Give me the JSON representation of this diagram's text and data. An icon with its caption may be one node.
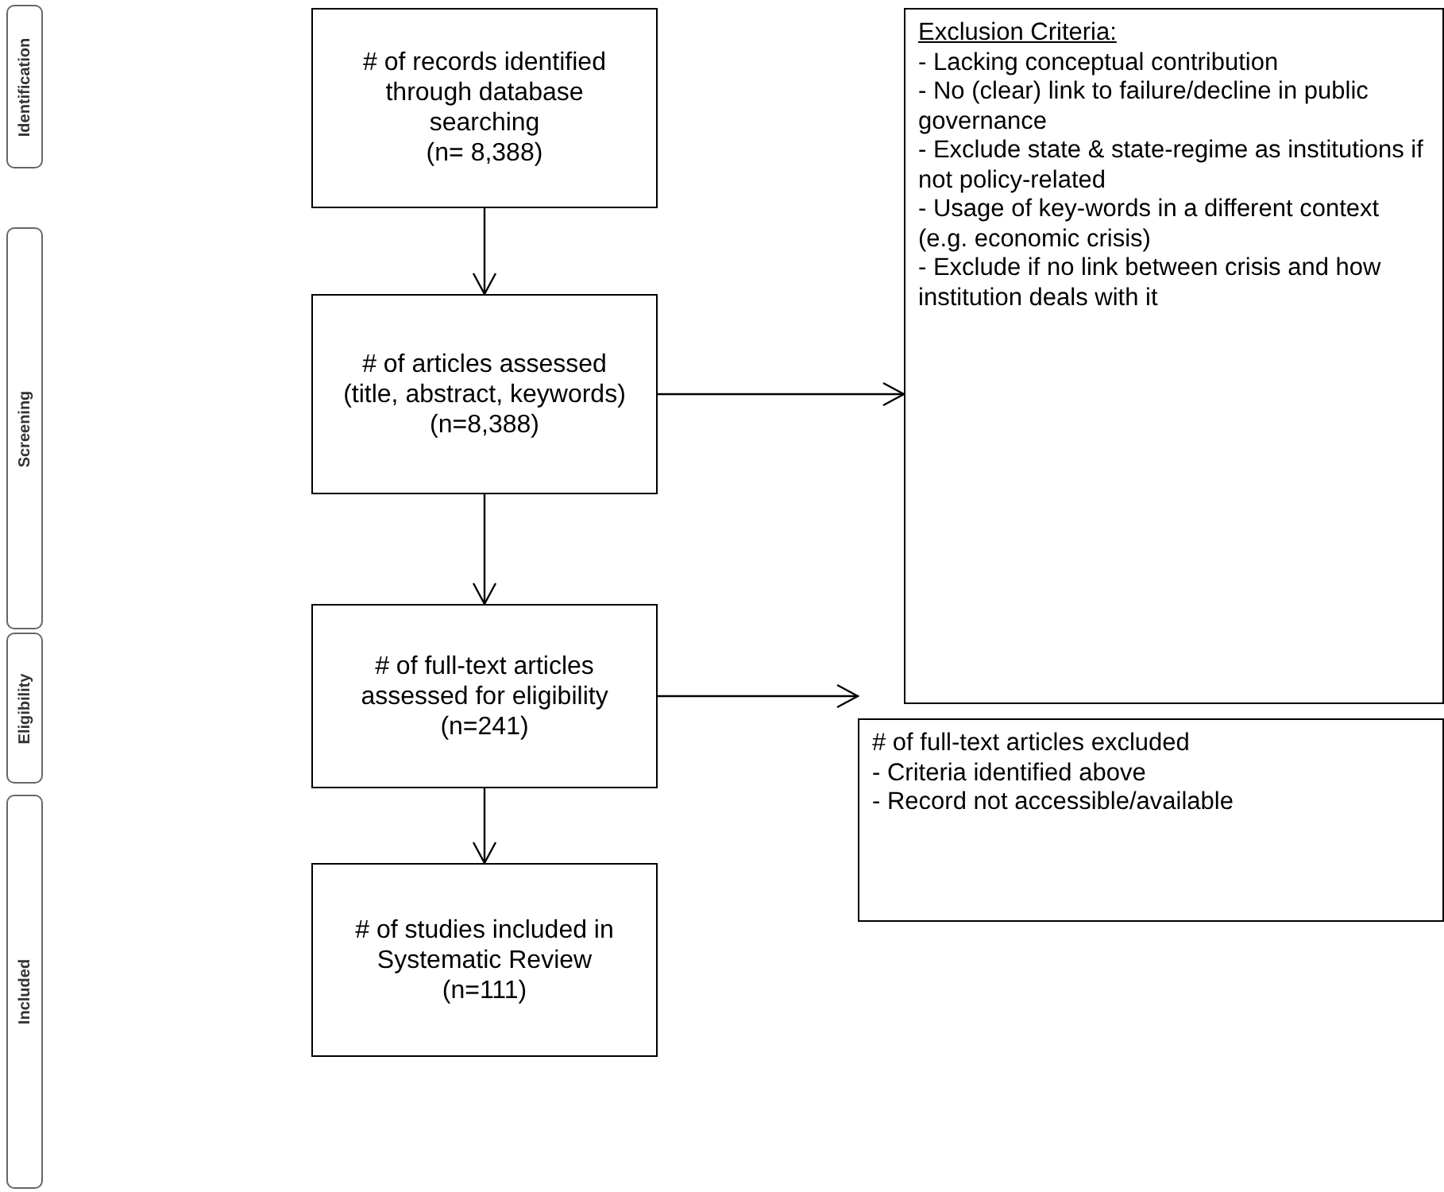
{
  "diagram": {
    "nodes": [
      {
        "text": [
          "Identification"
        ]
      },
      {
        "text": [
          "Screening"
        ]
      },
      {
        "text": [
          "Eligibility"
        ]
      },
      {
        "text": [
          "Included"
        ]
      },
      {
        "text": [
          "# of records identified through database searching",
          "(n= 8,388)"
        ]
      },
      {
        "text": [
          "# of articles assessed (title, abstract, keywords)",
          "(n=8,388)"
        ]
      },
      {
        "text": [
          "Exclusion Criteria:",
          "- Lacking conceptual contribution",
          "- No (clear) link to failure/decline in public governance",
          "- Exclude state & state-regime as institutions if not policy-related",
          "- Usage of key-words in a different context (e.g. economic crisis)",
          "- Exclude if no link between crisis and how institution deals with it"
        ]
      },
      {
        "text": [
          "# of full-text articles assessed for eligibility",
          "(n=241)"
        ]
      },
      {
        "text": [
          "# of full-text articles excluded",
          "- Criteria identified above",
          "- Record not accessible/available"
        ]
      },
      {
        "text": [
          "# of studies included in Systematic Review",
          "(n=111)"
        ]
      }
    ],
    "edges": [
      {
        "from": 4,
        "to": 5,
        "arrow": "to"
      },
      {
        "from": 5,
        "to": 6,
        "arrow": "to"
      },
      {
        "from": 5,
        "to": 7,
        "arrow": "to"
      },
      {
        "from": 7,
        "to": 8,
        "arrow": "to"
      },
      {
        "from": 7,
        "to": 9,
        "arrow": "to"
      }
    ]
  }
}
